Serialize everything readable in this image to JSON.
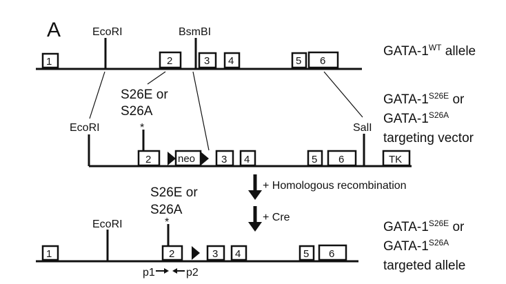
{
  "panel_label": "A",
  "alleles": {
    "wt": {
      "name": "GATA-1",
      "sup": "WT",
      "suffix": " allele"
    },
    "vector": {
      "line1_name": "GATA-1",
      "line1_sup": "S26E",
      "line1_suffix": " or",
      "line2_name": "GATA-1",
      "line2_sup": "S26A",
      "line3": "targeting vector"
    },
    "targeted": {
      "line1_name": "GATA-1",
      "line1_sup": "S26E",
      "line1_suffix": " or",
      "line2_name": "GATA-1",
      "line2_sup": "S26A",
      "line3": "targeted allele"
    }
  },
  "sites": {
    "ecori": "EcoRI",
    "bsmbi": "BsmBI",
    "sali": "SalI",
    "star": "*"
  },
  "mutation": {
    "line1": "S26E or",
    "line2": "S26A"
  },
  "exons": {
    "e1": "1",
    "e2": "2",
    "e3": "3",
    "e4": "4",
    "e5": "5",
    "e6": "6"
  },
  "markers": {
    "neo": "neo",
    "tk": "TK"
  },
  "steps": {
    "recombination": "+ Homologous recombination",
    "cre": "+ Cre"
  },
  "primers": {
    "p1": "p1",
    "p2": "p2"
  }
}
